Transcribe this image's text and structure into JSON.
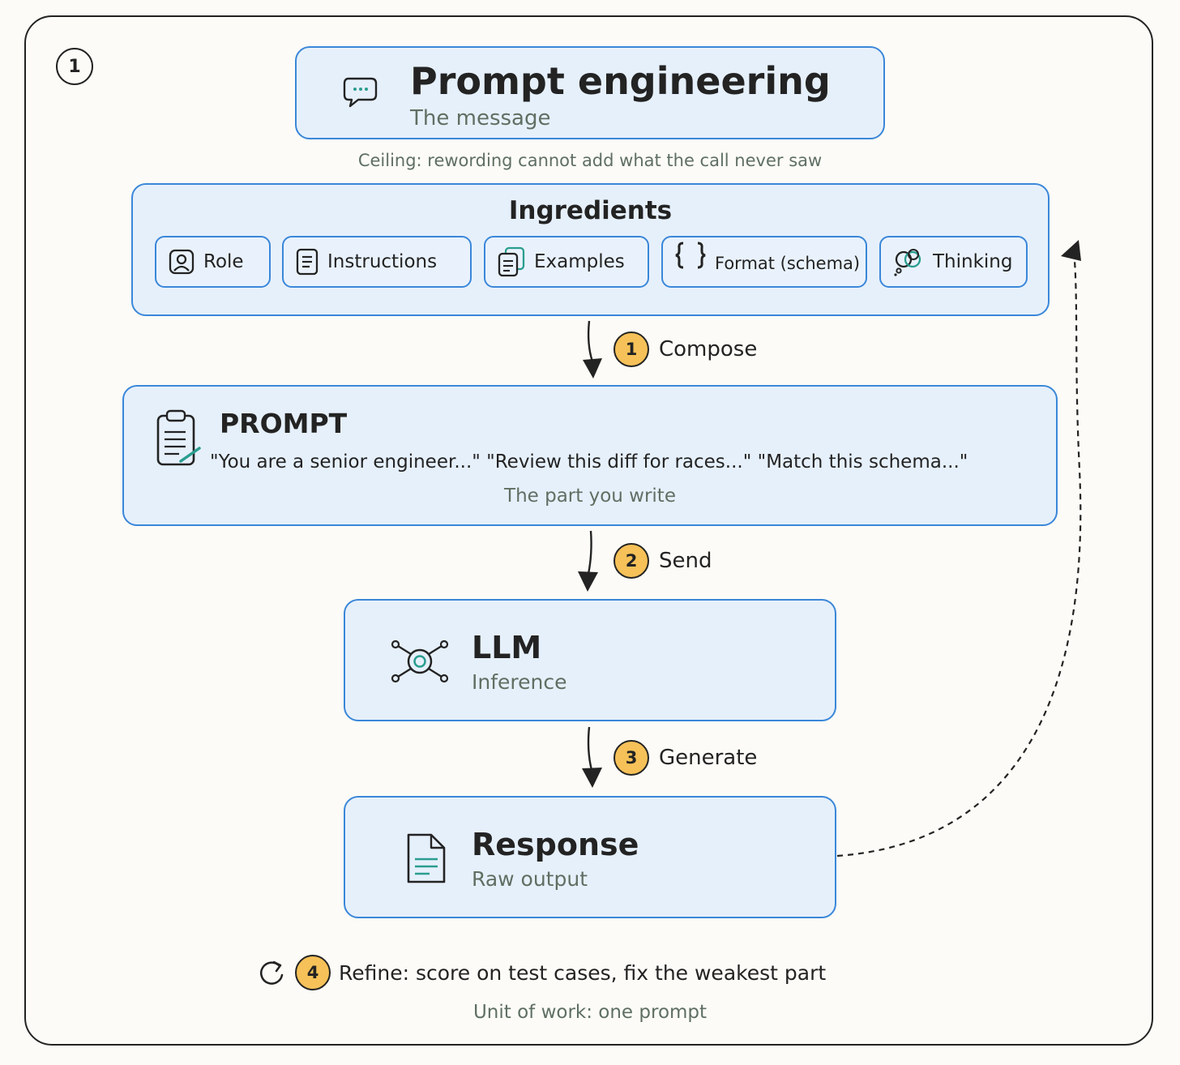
{
  "corner_number": "1",
  "header": {
    "title": "Prompt engineering",
    "subtitle": "The message",
    "icon": "chat-bubble-icon"
  },
  "ceiling_note": "Ceiling: rewording cannot add what the call never saw",
  "ingredients": {
    "title": "Ingredients",
    "items": [
      {
        "label": "Role",
        "icon": "user-portrait-icon"
      },
      {
        "label": "Instructions",
        "icon": "document-lines-icon"
      },
      {
        "label": "Examples",
        "icon": "stacked-documents-icon"
      },
      {
        "label": "Format (schema)",
        "icon": "curly-braces-icon"
      },
      {
        "label": "Thinking",
        "icon": "thought-bubble-icon"
      }
    ]
  },
  "steps": [
    {
      "number": "1",
      "label": "Compose"
    },
    {
      "number": "2",
      "label": "Send"
    },
    {
      "number": "3",
      "label": "Generate"
    }
  ],
  "prompt": {
    "title": "PROMPT",
    "quotes": "\"You are a senior engineer...\" \"Review this diff for races...\" \"Match this schema...\"",
    "note": "The part you write",
    "icon": "clipboard-pen-icon"
  },
  "llm": {
    "title": "LLM",
    "subtitle": "Inference",
    "icon": "network-node-icon"
  },
  "response": {
    "title": "Response",
    "subtitle": "Raw output",
    "icon": "document-icon"
  },
  "refine": {
    "number": "4",
    "text": "Refine: score on test cases, fix the weakest part",
    "icon": "refresh-icon"
  },
  "unit_note": "Unit of work: one prompt",
  "colors": {
    "box_fill": "#e6f0fb",
    "box_border": "#3a87d9",
    "badge_fill": "#f6c158",
    "accent_teal": "#2a9d8f",
    "muted_text": "#5f6f63"
  }
}
